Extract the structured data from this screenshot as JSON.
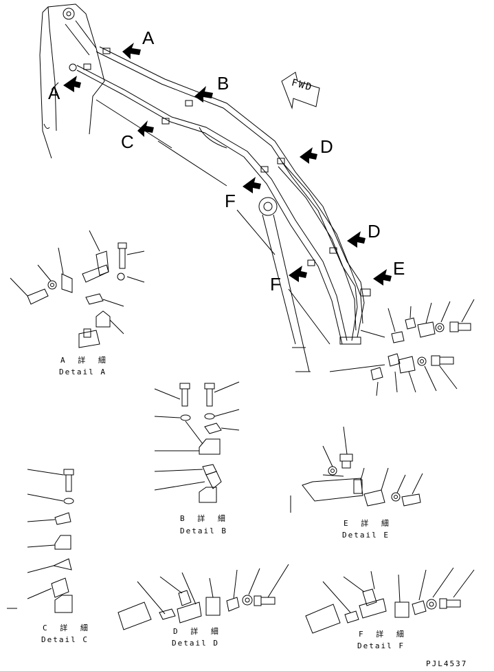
{
  "drawing_number": "PJL4537",
  "fwd_label": "FWD",
  "callouts": {
    "a1": "A",
    "a2": "A",
    "b": "B",
    "c": "C",
    "d1": "D",
    "d2": "D",
    "e": "E",
    "f1": "F",
    "f2": "F"
  },
  "details": {
    "a": {
      "jp": "A 詳 細",
      "en": "Detail A"
    },
    "b": {
      "jp": "B 詳 細",
      "en": "Detail B"
    },
    "c": {
      "jp": "C 詳 細",
      "en": "Detail C"
    },
    "d": {
      "jp": "D 詳 細",
      "en": "Detail D"
    },
    "e": {
      "jp": "E 詳 細",
      "en": "Detail E"
    },
    "f": {
      "jp": "F 詳 細",
      "en": "Detail F"
    }
  },
  "colors": {
    "line": "#000000",
    "background": "#ffffff"
  }
}
